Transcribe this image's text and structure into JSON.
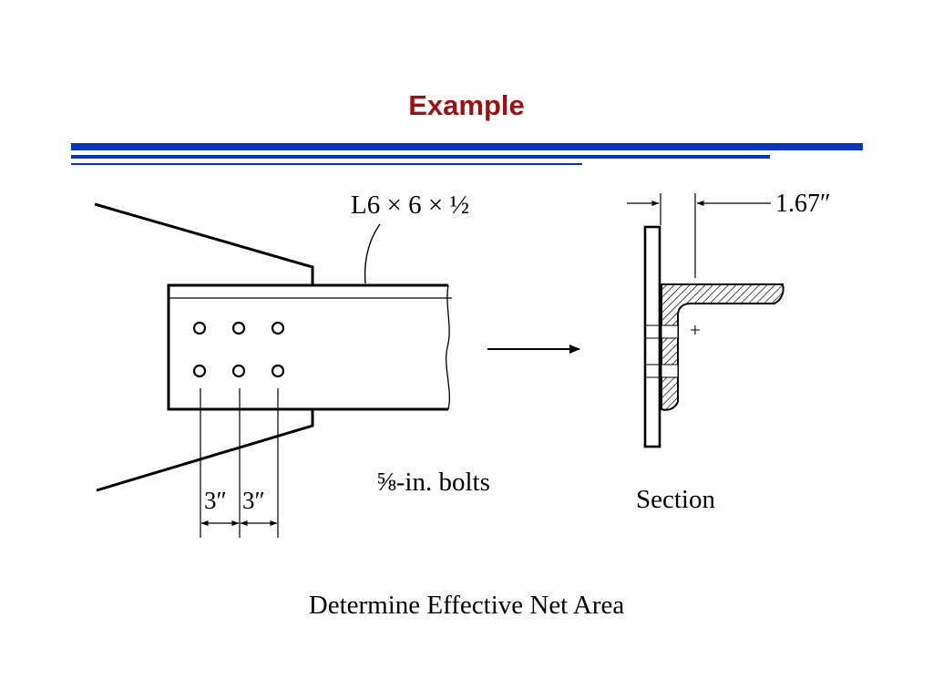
{
  "slide": {
    "title": "Example",
    "caption": "Determine Effective Net Area"
  },
  "diagram": {
    "angle_label": "L6 × 6 × ½",
    "bolts_label": "⅝-in. bolts",
    "spacing_1": "3″",
    "spacing_2": "3″",
    "section_label": "Section",
    "centroid_dim": "1.67″",
    "centroid_mark": "+",
    "accent_color": "#0b35b8",
    "title_color": "#9b1111"
  }
}
